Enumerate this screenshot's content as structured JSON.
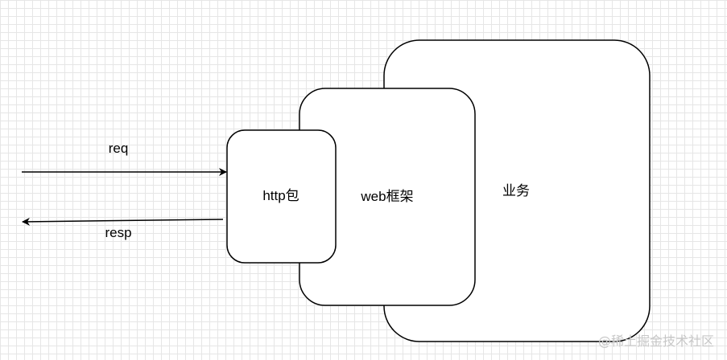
{
  "diagram": {
    "nodes": {
      "business": {
        "label": "业务"
      },
      "web_framework": {
        "label": "web框架"
      },
      "http_package": {
        "label": "http包"
      }
    },
    "edges": {
      "request": {
        "label": "req"
      },
      "response": {
        "label": "resp"
      }
    }
  },
  "watermark": {
    "text": "@稀土掘金技术社区"
  },
  "colors": {
    "stroke": "#000000",
    "node_fill": "#ffffff",
    "grid": "#e6e6e6",
    "watermark": "#c7c7c7"
  }
}
